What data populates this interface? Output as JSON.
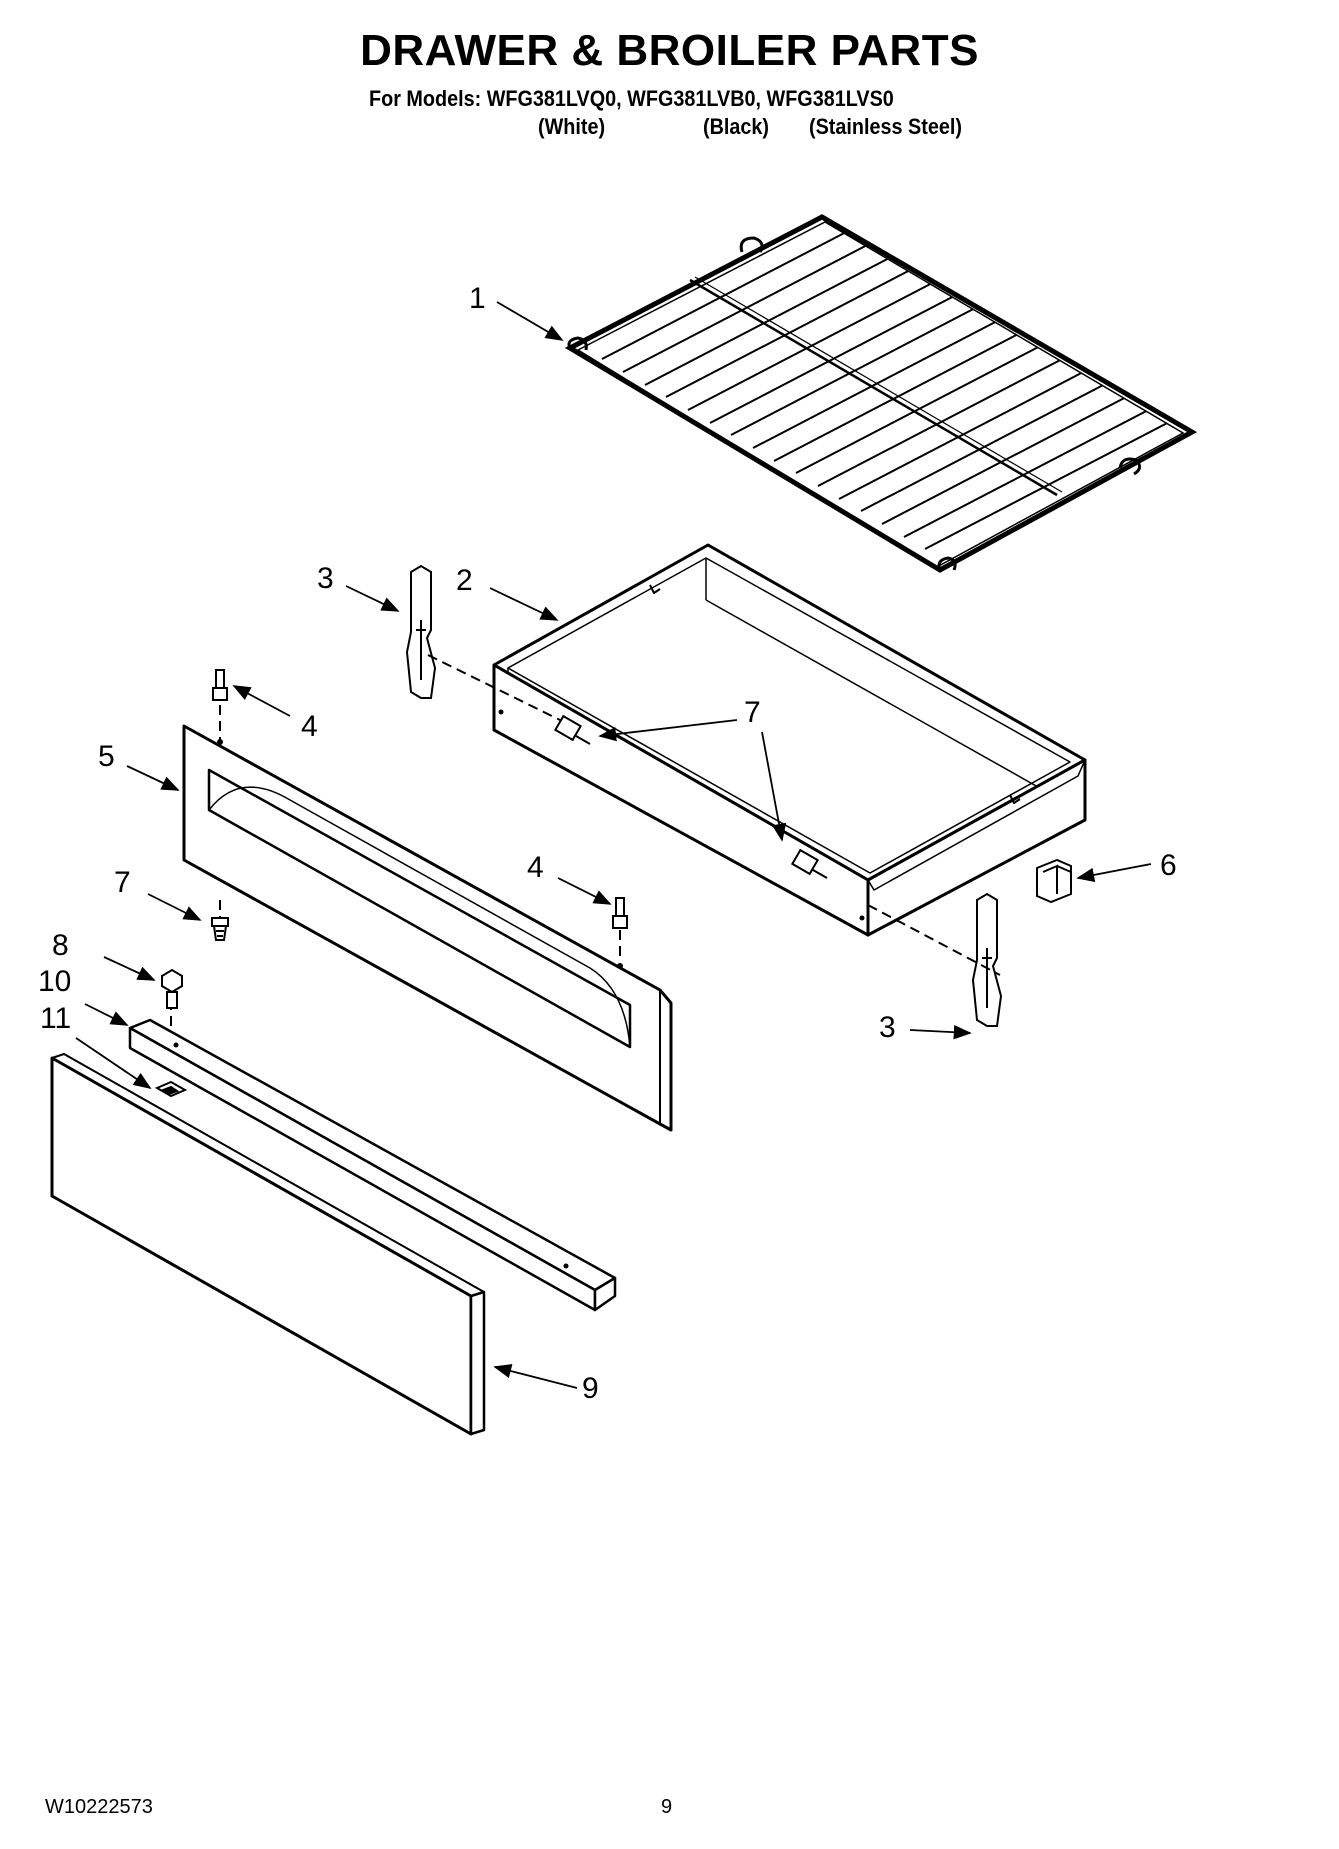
{
  "title": "DRAWER & BROILER PARTS",
  "models_line": "For Models: WFG381LVQ0, WFG381LVB0, WFG381LVS0",
  "variants": [
    "(White)",
    "(Black)",
    "(Stainless Steel)"
  ],
  "callouts": [
    "1",
    "2",
    "3",
    "3",
    "4",
    "4",
    "5",
    "6",
    "7",
    "7",
    "8",
    "9",
    "10",
    "11"
  ],
  "footer": {
    "doc_number": "W10222573",
    "page_number": "9"
  }
}
